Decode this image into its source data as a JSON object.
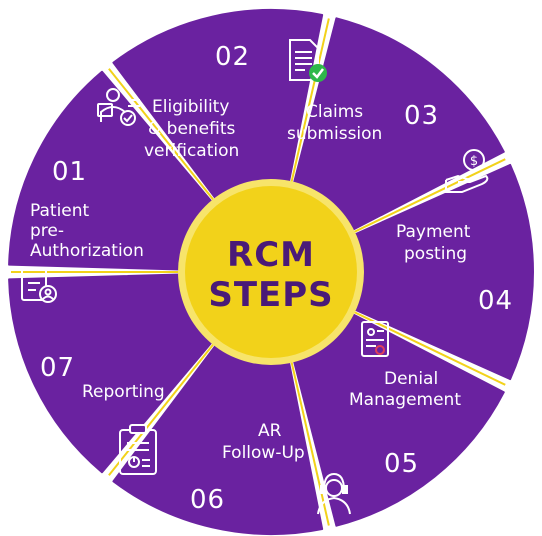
{
  "center": {
    "line1": "RCM",
    "line2": "STEPS"
  },
  "colors": {
    "segment": "#6a22a0",
    "ray": "#f2d21a",
    "hub": "#f2d21a",
    "hub_ring": "#f7e46a",
    "title": "#4a1a78",
    "icon": "#ffffff",
    "check": "#2fb84a"
  },
  "steps": [
    {
      "number": "01",
      "lines": [
        "Patient",
        "pre-",
        "Authorization"
      ],
      "icon": "checklist-user-icon"
    },
    {
      "number": "02",
      "lines": [
        "Eligibility",
        "& benefits",
        "verification"
      ],
      "icon": "user-id-check-icon"
    },
    {
      "number": "03",
      "lines": [
        "Claims",
        "submission"
      ],
      "icon": "document-check-icon"
    },
    {
      "number": "04",
      "lines": [
        "Payment",
        "posting"
      ],
      "icon": "hand-coin-icon"
    },
    {
      "number": "05",
      "lines": [
        "Denial",
        "Management"
      ],
      "icon": "denied-document-icon"
    },
    {
      "number": "06",
      "lines": [
        "AR",
        "Follow-Up"
      ],
      "icon": "headset-agent-icon"
    },
    {
      "number": "07",
      "lines": [
        "Reporting"
      ],
      "icon": "clipboard-report-icon"
    }
  ]
}
